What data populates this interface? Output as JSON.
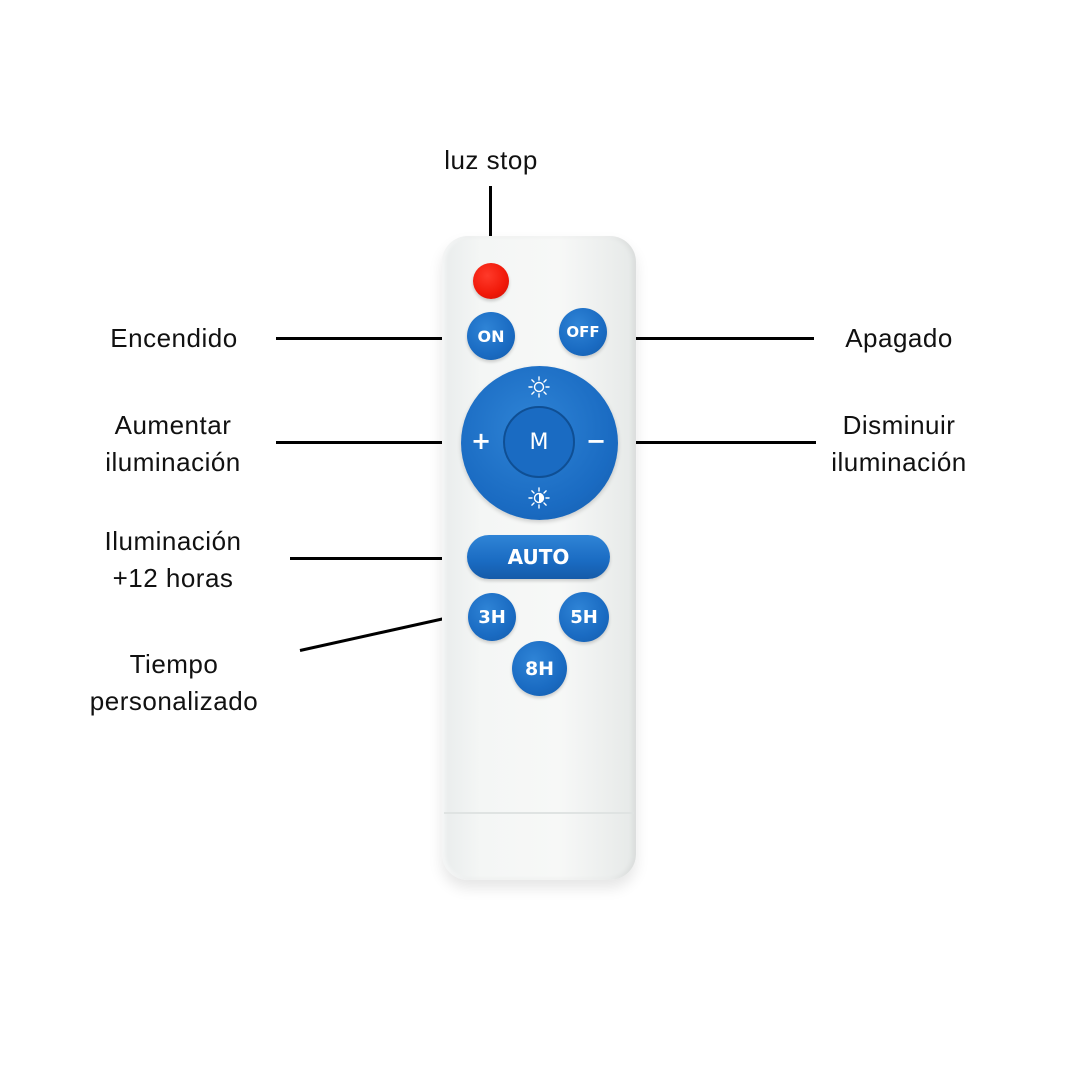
{
  "labels": {
    "red_button": "luz stop",
    "on": "Encendido",
    "off": "Apagado",
    "increase": [
      "Aumentar",
      "iluminación"
    ],
    "decrease": [
      "Disminuir",
      "iluminación"
    ],
    "auto": [
      "Iluminación",
      "+12 horas"
    ],
    "timer": [
      "Tiempo",
      "personalizado"
    ]
  },
  "remote": {
    "on_button": "ON",
    "off_button": "OFF",
    "center_button": "M",
    "plus_glyph": "+",
    "minus_glyph": "−",
    "auto_button": "AUTO",
    "timer_3h": "3H",
    "timer_5h": "5H",
    "timer_8h": "8H"
  },
  "colors": {
    "button_blue": "#1a6bc2",
    "stop_red": "#f01808",
    "remote_body": "#f4f6f5"
  },
  "icons": {
    "top": "sun-bright-icon",
    "bottom": "sun-dim-icon"
  }
}
